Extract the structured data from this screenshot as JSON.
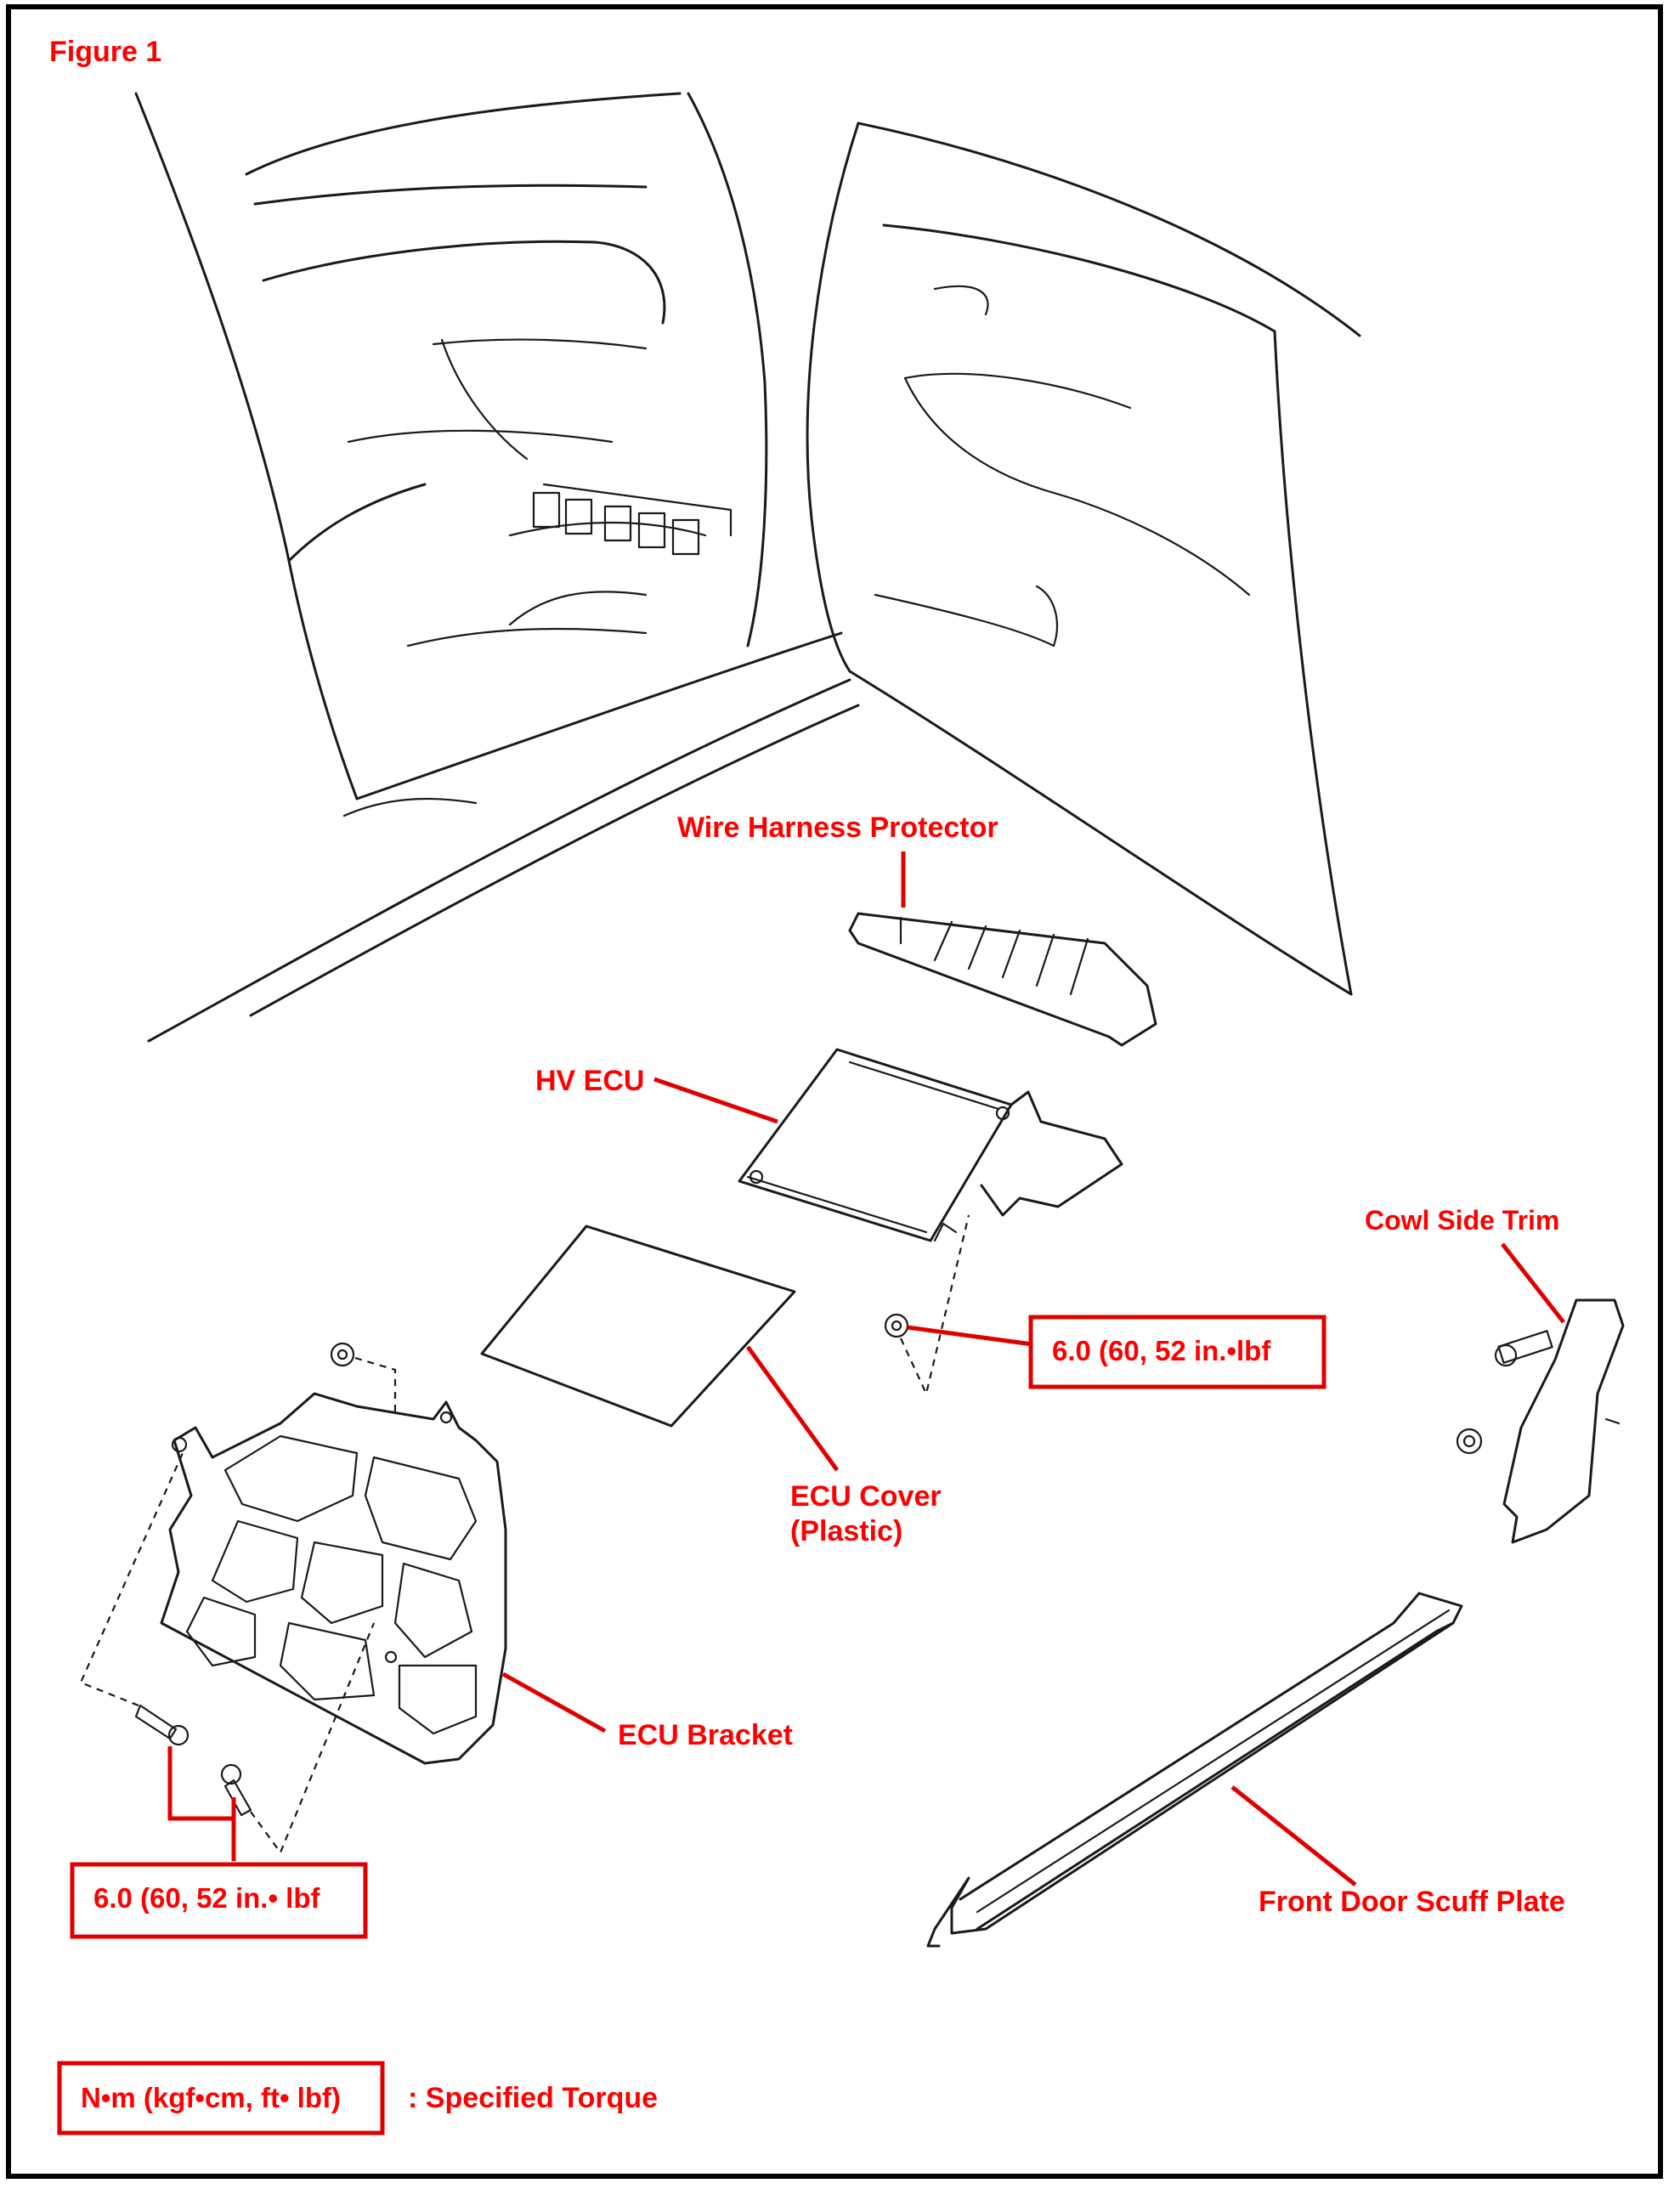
{
  "figure": {
    "title": "Figure 1"
  },
  "callouts": {
    "wire_harness_protector": "Wire Harness Protector",
    "hv_ecu": "HV ECU",
    "cowl_side_trim": "Cowl Side Trim",
    "ecu_cover_line1": "ECU Cover",
    "ecu_cover_line2": "(Plastic)",
    "ecu_bracket": "ECU Bracket",
    "front_door_scuff_plate": "Front Door Scuff Plate"
  },
  "torque_specs": {
    "nut_torque": "6.0 (60, 52 in.•lbf",
    "bolt_torque": "6.0 (60, 52 in.• lbf"
  },
  "legend": {
    "units_box": "N•m (kgf•cm, ft• lbf)",
    "description": ": Specified Torque"
  },
  "colors": {
    "label": "#ff0000",
    "leader": "#e00000",
    "drawing": "#1a1a1a",
    "background": "#ffffff"
  }
}
